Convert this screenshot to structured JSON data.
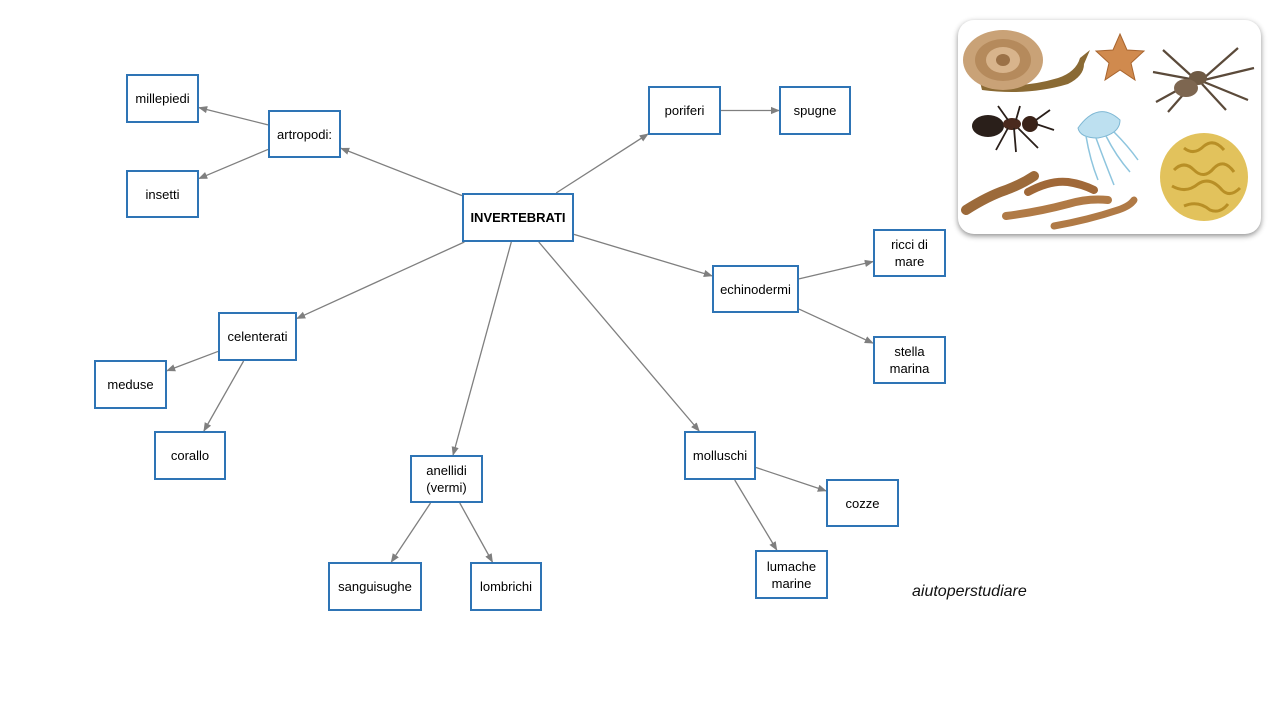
{
  "diagram": {
    "root": "INVERTEBRATI",
    "nodes": {
      "artropodi": "artropodi:",
      "millepiedi": "millepiedi",
      "insetti": "insetti",
      "poriferi": "poriferi",
      "spugne": "spugne",
      "echinodermi": "echinodermi",
      "ricci": "ricci di\nmare",
      "stella": "stella\nmarina",
      "celenterati": "celenterati",
      "meduse": "meduse",
      "corallo": "corallo",
      "anellidi": "anellidi\n(vermi)",
      "sanguisughe": "sanguisughe",
      "lombrichi": "lombrichi",
      "molluschi": "molluschi",
      "cozze": "cozze",
      "lumache": "lumache\nmarine"
    },
    "edges": [
      [
        "root",
        "artropodi"
      ],
      [
        "artropodi",
        "millepiedi"
      ],
      [
        "artropodi",
        "insetti"
      ],
      [
        "root",
        "poriferi"
      ],
      [
        "poriferi",
        "spugne"
      ],
      [
        "root",
        "echinodermi"
      ],
      [
        "echinodermi",
        "ricci"
      ],
      [
        "echinodermi",
        "stella"
      ],
      [
        "root",
        "celenterati"
      ],
      [
        "celenterati",
        "meduse"
      ],
      [
        "celenterati",
        "corallo"
      ],
      [
        "root",
        "anellidi"
      ],
      [
        "anellidi",
        "sanguisughe"
      ],
      [
        "anellidi",
        "lombrichi"
      ],
      [
        "root",
        "molluschi"
      ],
      [
        "molluschi",
        "cozze"
      ],
      [
        "molluschi",
        "lumache"
      ]
    ]
  },
  "images": [
    "snail-icon",
    "starfish-icon",
    "spider-icon",
    "ant-icon",
    "jellyfish-icon",
    "sponge-icon",
    "worm-icon"
  ],
  "watermark": "aiutoperstudiare",
  "colors": {
    "node_border": "#2e74b5",
    "link": "#7f7f7f"
  }
}
